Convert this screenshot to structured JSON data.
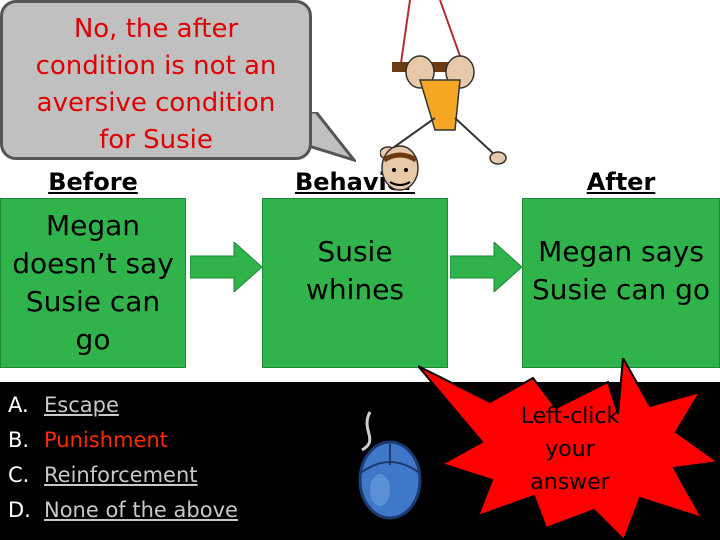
{
  "bubble": {
    "line1": "No, the after",
    "line2": "condition is not an",
    "line3": "aversive condition",
    "line4": "for Susie"
  },
  "columns": {
    "before_heading": "Before",
    "behavior_heading": "Behavior",
    "after_heading": "After"
  },
  "boxes": {
    "before_text": "Megan doesn’t say Susie can go",
    "behavior_text": "Susie whines",
    "after_text": "Megan says Susie can go"
  },
  "answers": [
    {
      "letter": "A.",
      "label": "Escape"
    },
    {
      "letter": "B.",
      "label": "Punishment"
    },
    {
      "letter": "C.",
      "label": "Reinforcement"
    },
    {
      "letter": "D.",
      "label": "None of the above"
    }
  ],
  "prompt": {
    "line1": "Left-click",
    "line2": "your",
    "line3": "answer"
  },
  "colors": {
    "box_green": "#2fb34a",
    "arrow_green": "#2fb34a",
    "bubble_text_red": "#e00000",
    "burst_red": "#ff0000",
    "highlight_answer": "#ff2a00"
  },
  "icons": {
    "mouse": "computer-mouse-icon",
    "figure": "swinging-girl-clipart"
  }
}
